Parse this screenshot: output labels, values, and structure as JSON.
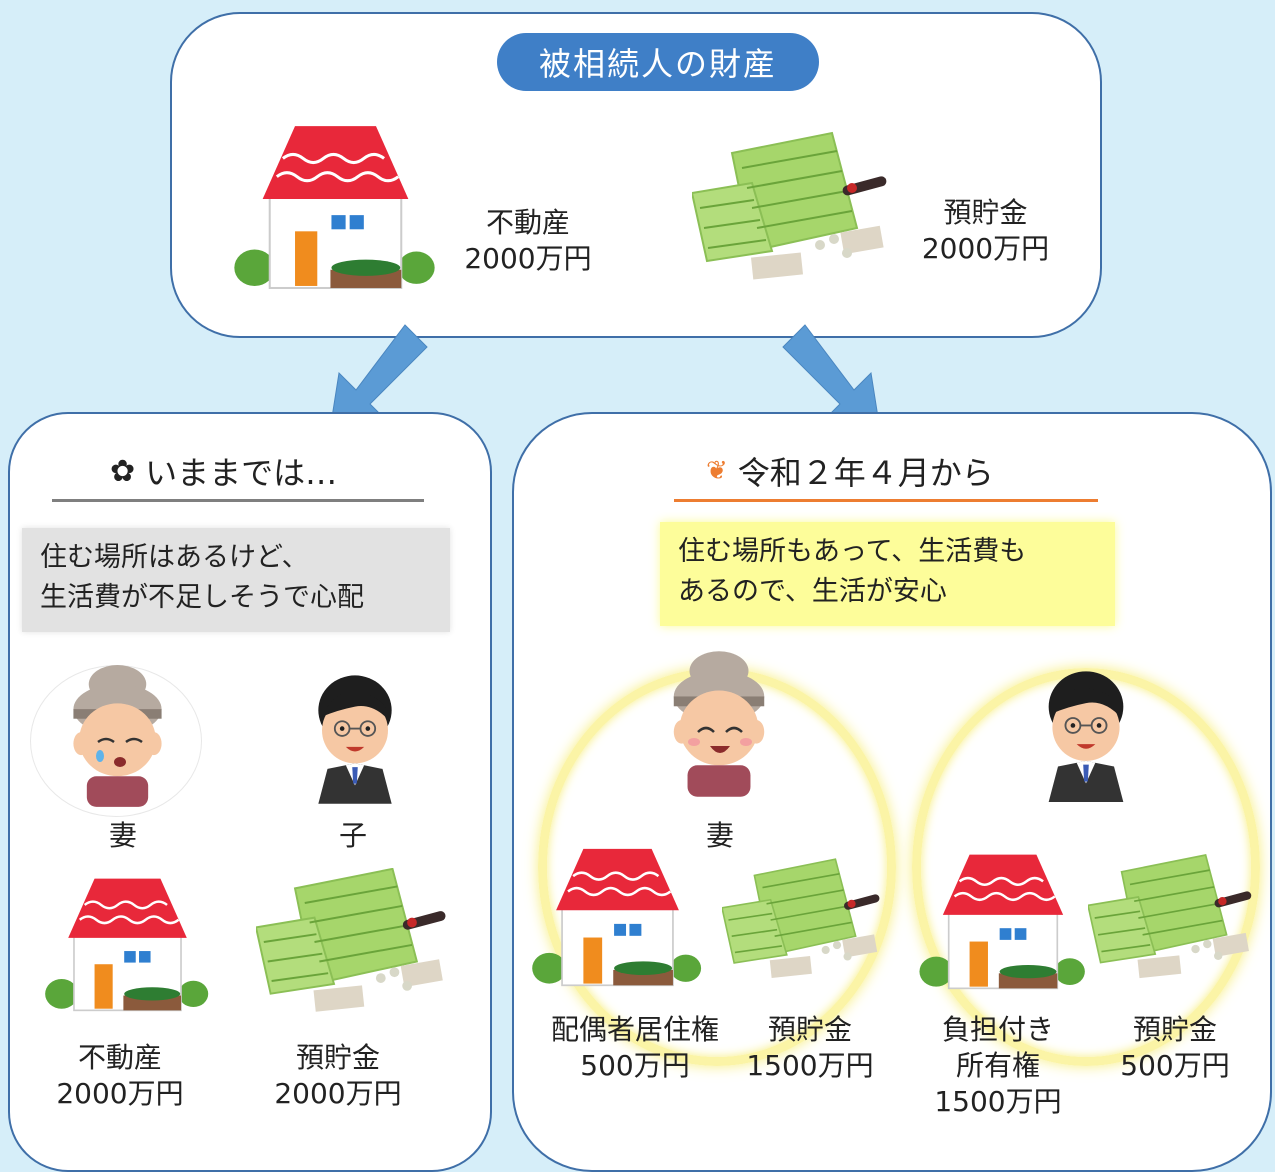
{
  "top": {
    "title": "被相続人の財産",
    "real_estate": {
      "name": "不動産",
      "amount": "2000万円"
    },
    "savings": {
      "name": "預貯金",
      "amount": "2000万円"
    }
  },
  "left": {
    "icon": "flower-icon",
    "heading": "いままでは…",
    "line_color": "#7f7f7f",
    "bubble_line1": "住む場所はあるけど、",
    "bubble_line2": "生活費が不足しそうで心配",
    "wife_label": "妻",
    "child_label": "子",
    "real_estate": {
      "name": "不動産",
      "amount": "2000万円"
    },
    "savings": {
      "name": "預貯金",
      "amount": "2000万円"
    }
  },
  "right": {
    "icon": "tulip-icon",
    "heading": "令和２年４月から",
    "line_color": "#ed7d31",
    "bubble_line1": "住む場所もあって、生活費も",
    "bubble_line2": "あるので、生活が安心",
    "wife_label": "妻",
    "wife_house": {
      "name": "配偶者居住権",
      "amount": "500万円"
    },
    "wife_savings": {
      "name": "預貯金",
      "amount": "1500万円"
    },
    "child_house": {
      "name1": "負担付き",
      "name2": "所有権",
      "amount": "1500万円"
    },
    "child_savings": {
      "name": "預貯金",
      "amount": "500万円"
    }
  },
  "colors": {
    "background": "#d6eef9",
    "panel_border": "#3f6fa8",
    "pill": "#3f7fc7",
    "arrow": "#5b9bd5",
    "roof": "#e8283a",
    "bankbook": "#a6d66b"
  }
}
